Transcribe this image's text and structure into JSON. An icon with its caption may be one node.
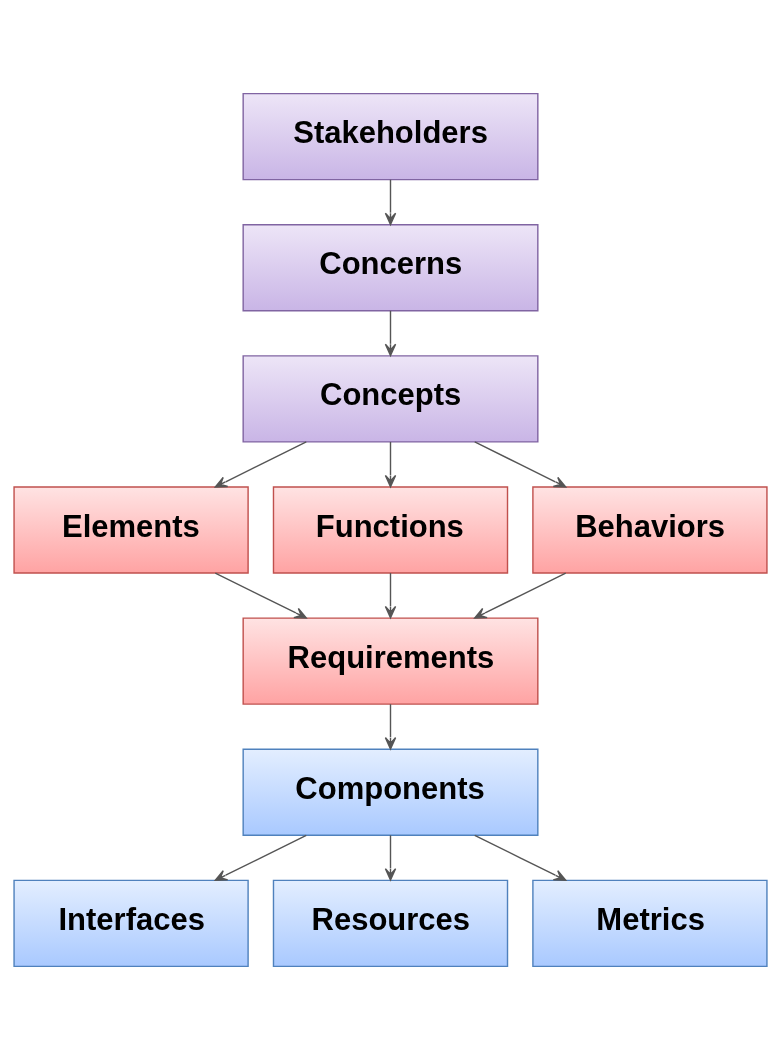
{
  "diagram": {
    "nodes": [
      {
        "text": [
          "Stakeholders"
        ]
      },
      {
        "text": [
          "Concerns"
        ]
      },
      {
        "text": [
          "Concepts"
        ]
      },
      {
        "text": [
          "Elements"
        ]
      },
      {
        "text": [
          "Functions"
        ]
      },
      {
        "text": [
          "Behaviors"
        ]
      },
      {
        "text": [
          "Requirements"
        ]
      },
      {
        "text": [
          "Components"
        ]
      },
      {
        "text": [
          "Interfaces"
        ]
      },
      {
        "text": [
          "Resources"
        ]
      },
      {
        "text": [
          "Metrics"
        ]
      }
    ],
    "edges": [
      {
        "from": 0,
        "to": 1,
        "arrow": "to"
      },
      {
        "from": 1,
        "to": 2,
        "arrow": "to"
      },
      {
        "from": 2,
        "to": 3,
        "arrow": "to"
      },
      {
        "from": 2,
        "to": 4,
        "arrow": "to"
      },
      {
        "from": 2,
        "to": 5,
        "arrow": "to"
      },
      {
        "from": 3,
        "to": 6,
        "arrow": "to"
      },
      {
        "from": 4,
        "to": 6,
        "arrow": "to"
      },
      {
        "from": 5,
        "to": 6,
        "arrow": "to"
      },
      {
        "from": 6,
        "to": 7,
        "arrow": "to"
      },
      {
        "from": 7,
        "to": 8,
        "arrow": "to"
      },
      {
        "from": 7,
        "to": 9,
        "arrow": "to"
      },
      {
        "from": 7,
        "to": 10,
        "arrow": "to"
      }
    ]
  }
}
